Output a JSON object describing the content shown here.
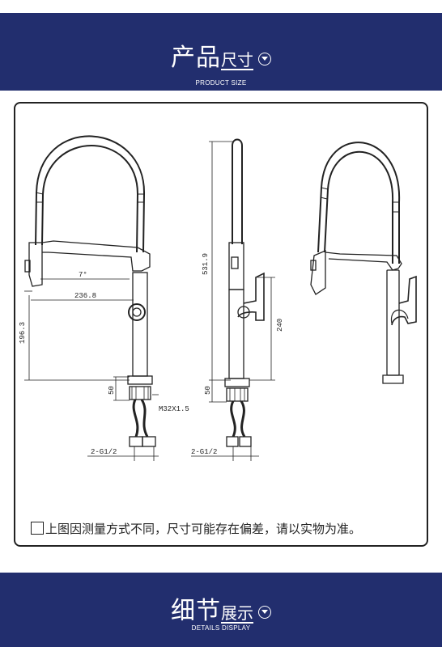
{
  "header": {
    "title_big": "产品",
    "title_small": "尺寸",
    "subtitle": "PRODUCT SIZE"
  },
  "footer": {
    "title_big": "细节",
    "title_small": "展示",
    "subtitle": "DETAILS DISPLAY"
  },
  "dimensions": {
    "angle": "7°",
    "reach": "236.8",
    "spout_height": "196.3",
    "total_height": "531.9",
    "handle_height": "240",
    "base_left": "50",
    "base_mid": "50",
    "thread": "M32X1.5",
    "hose_left": "2-G1/2",
    "hose_mid": "2-G1/2"
  },
  "note": "上图因测量方式不同，尺寸可能存在偏差，请以实物为准。",
  "icons": {
    "toggle": "circle-chevron-down-icon"
  },
  "colors": {
    "band": "#222e6e",
    "line": "#222222"
  }
}
